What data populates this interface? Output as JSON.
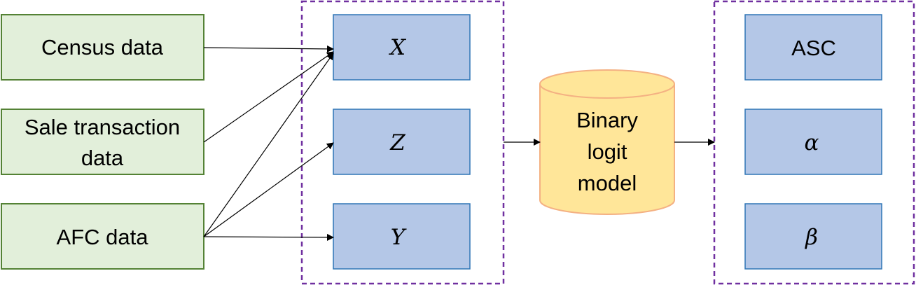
{
  "sources": {
    "census": "Census data",
    "sale_line1": "Sale transaction",
    "sale_line2": "data",
    "afc": "AFC data"
  },
  "variables": {
    "x": "X",
    "z": "Z",
    "y": "Y"
  },
  "model": {
    "line1": "Binary",
    "line2": "logit",
    "line3": "model"
  },
  "outputs": {
    "asc": "ASC",
    "alpha": "α",
    "beta": "β"
  },
  "colors": {
    "source_fill": "#e2efda",
    "source_border": "#548235",
    "variable_fill": "#b4c7e7",
    "variable_border": "#2e75b6",
    "group_border": "#7030a0",
    "model_fill": "#ffe699",
    "model_border": "#f4b183"
  }
}
